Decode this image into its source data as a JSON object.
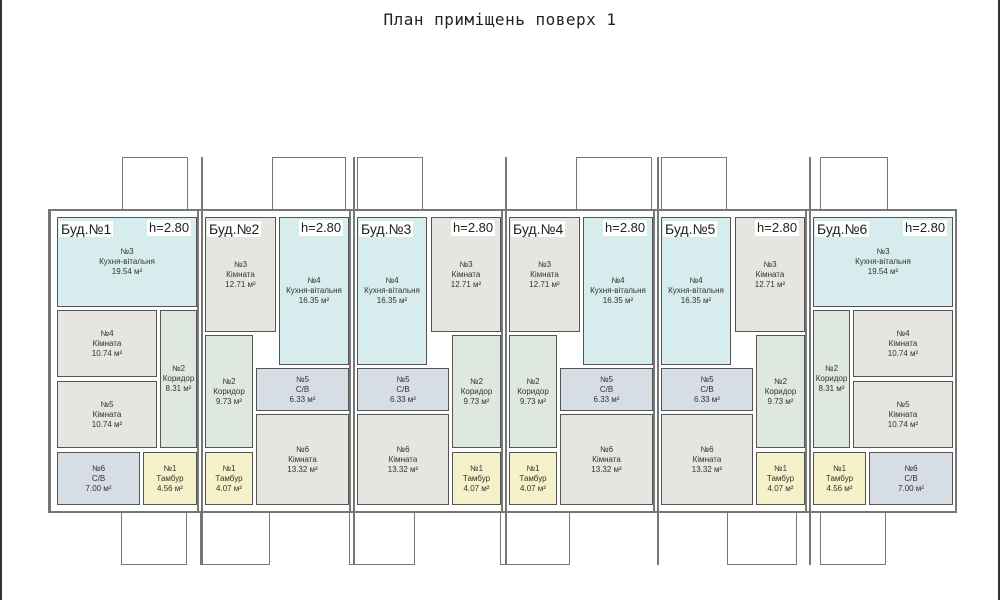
{
  "title": "План приміщень поверх 1",
  "buildings": [
    {
      "label": "Буд.№1",
      "height": "h=2.80",
      "rooms": [
        {
          "num": "№3",
          "name": "Кухня-вітальня",
          "area": "19.54 м²",
          "type": "kitchen"
        },
        {
          "num": "№4",
          "name": "Кімната",
          "area": "10.74 м²",
          "type": "kimnata"
        },
        {
          "num": "№5",
          "name": "Кімната",
          "area": "10.74 м²",
          "type": "kimnata"
        },
        {
          "num": "№2",
          "name": "Коридор",
          "area": "8.31 м²",
          "type": "corridor"
        },
        {
          "num": "№6",
          "name": "С/В",
          "area": "7.00 м²",
          "type": "cb"
        },
        {
          "num": "№1",
          "name": "Тамбур",
          "area": "4.56 м²",
          "type": "tambur"
        }
      ]
    },
    {
      "label": "Буд.№2",
      "height": "h=2.80",
      "rooms": [
        {
          "num": "№3",
          "name": "Кімната",
          "area": "12.71 м²",
          "type": "kimnata"
        },
        {
          "num": "№4",
          "name": "Кухня-вітальня",
          "area": "16.35 м²",
          "type": "kitchen"
        },
        {
          "num": "№2",
          "name": "Коридор",
          "area": "9.73 м²",
          "type": "corridor"
        },
        {
          "num": "№5",
          "name": "С/В",
          "area": "6.33 м²",
          "type": "cb"
        },
        {
          "num": "№6",
          "name": "Кімната",
          "area": "13.32 м²",
          "type": "kimnata"
        },
        {
          "num": "№1",
          "name": "Тамбур",
          "area": "4.07 м²",
          "type": "tambur"
        }
      ]
    },
    {
      "label": "Буд.№3",
      "height": "h=2.80",
      "rooms": [
        {
          "num": "№4",
          "name": "Кухня-вітальня",
          "area": "16.35 м²",
          "type": "kitchen"
        },
        {
          "num": "№3",
          "name": "Кімната",
          "area": "12.71 м²",
          "type": "kimnata"
        },
        {
          "num": "№2",
          "name": "Коридор",
          "area": "9.73 м²",
          "type": "corridor"
        },
        {
          "num": "№5",
          "name": "С/В",
          "area": "6.33 м²",
          "type": "cb"
        },
        {
          "num": "№6",
          "name": "Кімната",
          "area": "13.32 м²",
          "type": "kimnata"
        },
        {
          "num": "№1",
          "name": "Тамбур",
          "area": "4.07 м²",
          "type": "tambur"
        }
      ]
    },
    {
      "label": "Буд.№4",
      "height": "h=2.80",
      "rooms": [
        {
          "num": "№3",
          "name": "Кімната",
          "area": "12.71 м²",
          "type": "kimnata"
        },
        {
          "num": "№4",
          "name": "Кухня-вітальня",
          "area": "16.35 м²",
          "type": "kitchen"
        },
        {
          "num": "№2",
          "name": "Коридор",
          "area": "9.73 м²",
          "type": "corridor"
        },
        {
          "num": "№5",
          "name": "С/В",
          "area": "6.33 м²",
          "type": "cb"
        },
        {
          "num": "№6",
          "name": "Кімната",
          "area": "13.32 м²",
          "type": "kimnata"
        },
        {
          "num": "№1",
          "name": "Тамбур",
          "area": "4.07 м²",
          "type": "tambur"
        }
      ]
    },
    {
      "label": "Буд.№5",
      "height": "h=2.80",
      "rooms": [
        {
          "num": "№4",
          "name": "Кухня-вітальня",
          "area": "16.35 м²",
          "type": "kitchen"
        },
        {
          "num": "№3",
          "name": "Кімната",
          "area": "12.71 м²",
          "type": "kimnata"
        },
        {
          "num": "№2",
          "name": "Коридор",
          "area": "9.73 м²",
          "type": "corridor"
        },
        {
          "num": "№5",
          "name": "С/В",
          "area": "6.33 м²",
          "type": "cb"
        },
        {
          "num": "№6",
          "name": "Кімната",
          "area": "13.32 м²",
          "type": "kimnata"
        },
        {
          "num": "№1",
          "name": "Тамбур",
          "area": "4.07 м²",
          "type": "tambur"
        }
      ]
    },
    {
      "label": "Буд.№6",
      "height": "h=2.80",
      "rooms": [
        {
          "num": "№3",
          "name": "Кухня-вітальня",
          "area": "19.54 м²",
          "type": "kitchen"
        },
        {
          "num": "№4",
          "name": "Кімната",
          "area": "10.74 м²",
          "type": "kimnata"
        },
        {
          "num": "№5",
          "name": "Кімната",
          "area": "10.74 м²",
          "type": "kimnata"
        },
        {
          "num": "№2",
          "name": "Коридор",
          "area": "8.31 м²",
          "type": "corridor"
        },
        {
          "num": "№6",
          "name": "С/В",
          "area": "7.00 м²",
          "type": "cb"
        },
        {
          "num": "№1",
          "name": "Тамбур",
          "area": "4.56 м²",
          "type": "tambur"
        }
      ]
    }
  ]
}
